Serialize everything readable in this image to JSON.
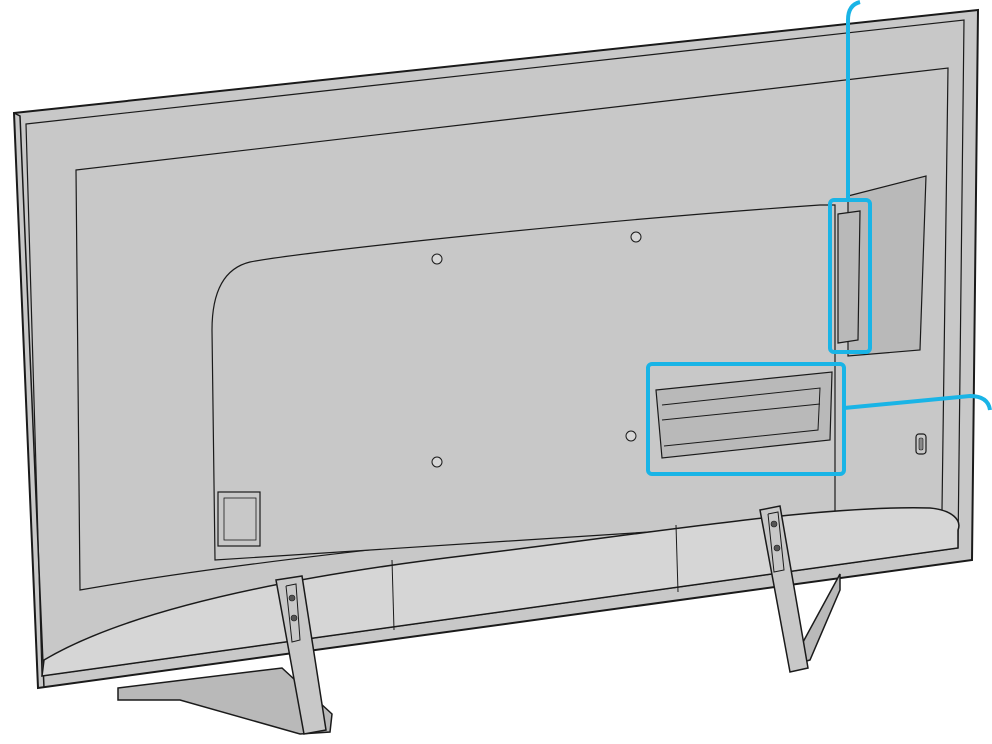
{
  "diagram": {
    "subject": "tv-rear-view-with-stand",
    "colors": {
      "body": "#c8c8c8",
      "body_dark": "#b9b9b9",
      "body_light": "#d6d6d6",
      "outline": "#1a1a1a",
      "highlight": "#19b4e6"
    },
    "callouts": [
      {
        "id": "side-terminals",
        "color": "#19b4e6"
      },
      {
        "id": "rear-terminals",
        "color": "#19b4e6"
      }
    ]
  }
}
